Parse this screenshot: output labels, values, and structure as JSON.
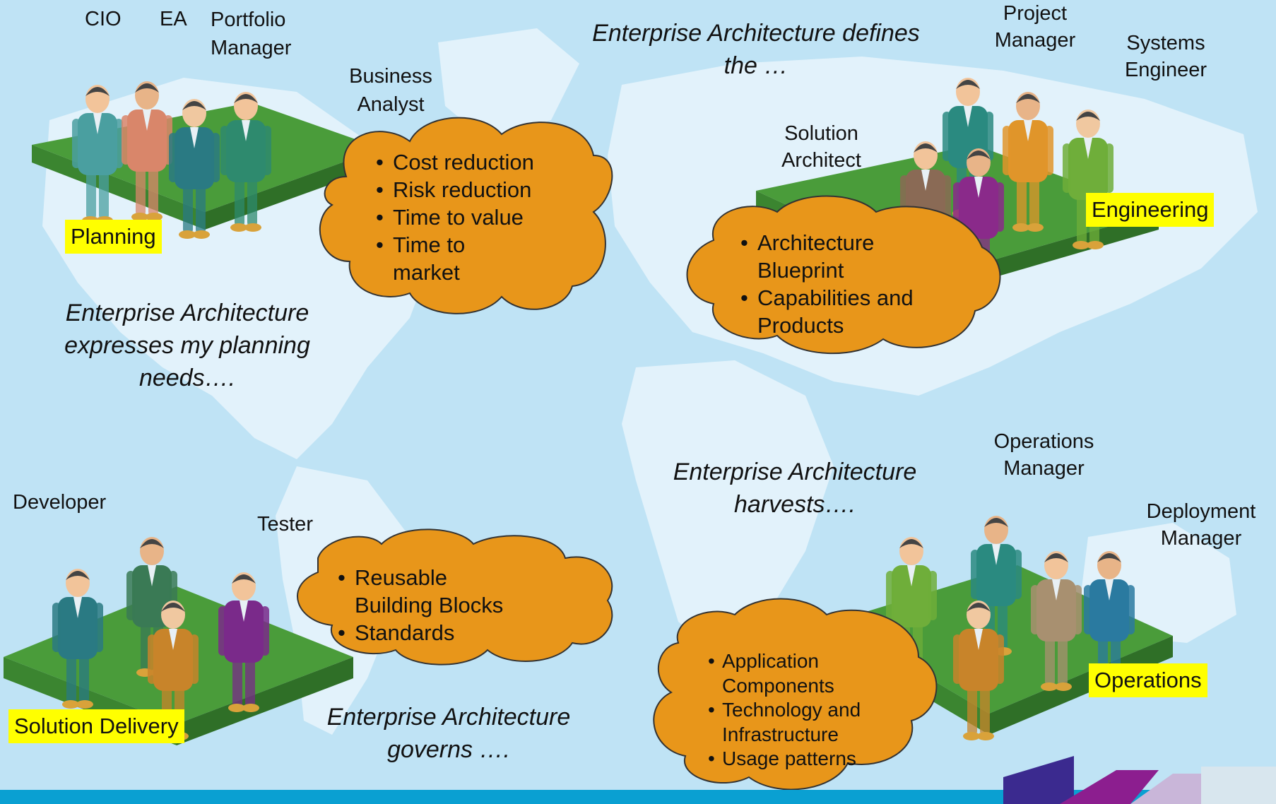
{
  "colors": {
    "background": "#bfe3f5",
    "continents": "#e8f5fc",
    "platform_top": "#4a9c3a",
    "platform_side": "#2f6f27",
    "cloud_fill": "#e8961a",
    "cloud_stroke": "#333333",
    "tag_fill": "#ffff00",
    "footer_bar": "#0aa0d2",
    "logo_dark": "#3b2a8f",
    "logo_purple": "#8c1e8f"
  },
  "planning": {
    "role_labels": [
      "CIO",
      "EA",
      "Portfolio Manager",
      "Business Analyst"
    ],
    "group_tag": "Planning",
    "cloud_items": [
      "Cost reduction",
      "Risk reduction",
      "Time to value",
      "Time to market"
    ],
    "statement": [
      "Enterprise Architecture",
      "expresses my planning",
      "needs…."
    ]
  },
  "engineering": {
    "statement": [
      "Enterprise Architecture defines",
      "the …"
    ],
    "role_labels": [
      "Project Manager",
      "Systems Engineer",
      "Solution Architect"
    ],
    "group_tag": "Engineering",
    "cloud_items": [
      "Architecture Blueprint",
      "Capabilities and Products"
    ]
  },
  "delivery": {
    "role_labels": [
      "Developer",
      "Tester"
    ],
    "group_tag": "Solution Delivery",
    "cloud_items": [
      "Reusable Building Blocks",
      "Standards"
    ],
    "statement": [
      "Enterprise Architecture",
      "governs …."
    ]
  },
  "operations": {
    "statement": [
      "Enterprise Architecture",
      "harvests…."
    ],
    "role_labels": [
      "Operations Manager",
      "Deployment Manager"
    ],
    "group_tag": "Operations",
    "cloud_items": [
      "Application Components",
      "Technology and Infrastructure",
      "Usage patterns"
    ]
  },
  "figure_colors": {
    "planning": [
      "#4a9fa0",
      "#d9866a",
      "#2a7a83",
      "#2e8a6e"
    ],
    "engineering": [
      "#2a8a80",
      "#e0952a",
      "#6fae3a",
      "#8a6a55",
      "#8a2a8a"
    ],
    "delivery": [
      "#2a7a83",
      "#3a7a55",
      "#c8842a",
      "#7a2a8a"
    ],
    "operations": [
      "#6fae3a",
      "#2a8a80",
      "#c8842a",
      "#a89070",
      "#2a7aa0"
    ]
  }
}
